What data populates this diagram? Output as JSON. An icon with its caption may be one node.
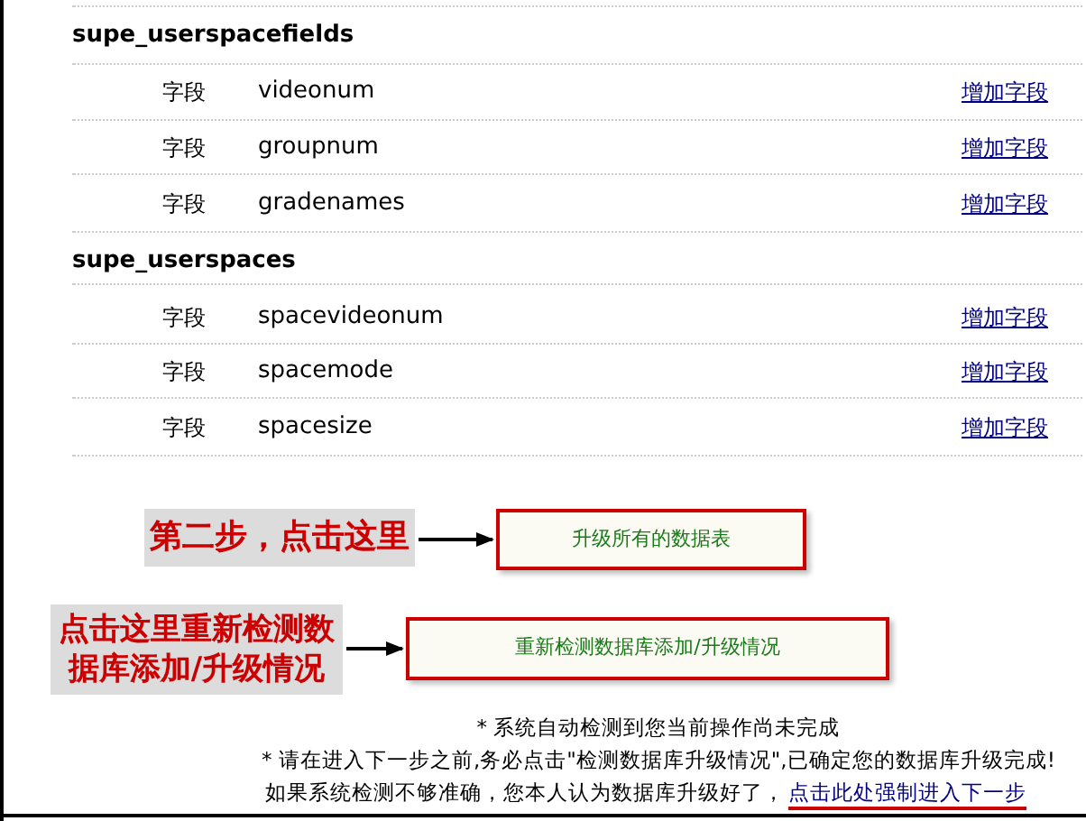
{
  "diagram": {
    "nodes": [
      {
        "text": [
          "第二步，点击这里"
        ]
      },
      {
        "text": [
          "升级所有的数据表"
        ]
      },
      {
        "text": [
          "点击这里重新检测数据库添加/升级情况"
        ]
      },
      {
        "text": [
          "重新检测数据库添加/升级情况"
        ]
      }
    ],
    "edges": [
      {
        "from": 0,
        "to": 1,
        "arrow": "to"
      },
      {
        "from": 2,
        "to": 3,
        "arrow": "to"
      }
    ],
    "labels": [
      "supe_userspacefields",
      "字段",
      "videonum",
      "增加字段",
      "字段",
      "groupnum",
      "增加字段",
      "字段",
      "gradenames",
      "增加字段",
      "supe_userspaces",
      "字段",
      "spacevideonum",
      "增加字段",
      "字段",
      "spacemode",
      "增加字段",
      "字段",
      "spacesize",
      "增加字段",
      "* 系统自动检测到您当前操作尚未完成",
      "* 请在进入下一步之前,务必点击\"检测数据库升级情况\",已确定您的数据库升级完成!",
      "如果系统检测不够准确，您本人认为数据库升级好了，",
      "点击此处强制进入下一步"
    ]
  }
}
